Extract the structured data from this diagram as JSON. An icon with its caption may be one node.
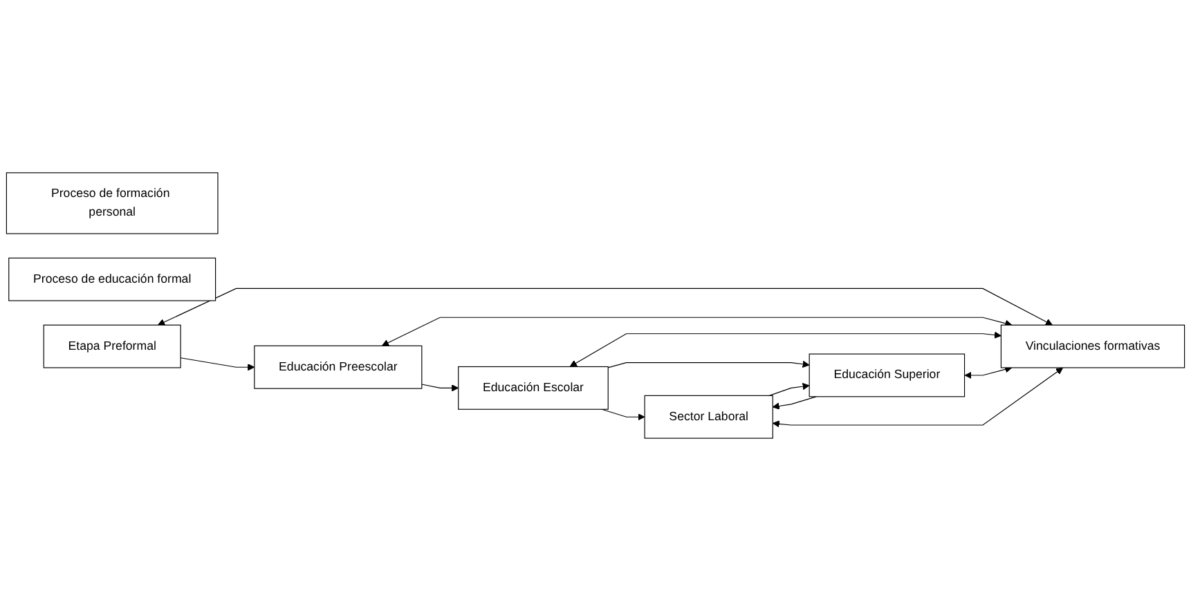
{
  "diagram": {
    "nodes": [
      {
        "text": [
          "Proceso de formación personal"
        ]
      },
      {
        "text": [
          "Proceso de educación formal"
        ]
      },
      {
        "text": [
          "Etapa Preformal"
        ]
      },
      {
        "text": [
          "Educación Preescolar"
        ]
      },
      {
        "text": [
          "Educación Escolar"
        ]
      },
      {
        "text": [
          "Educación Superior"
        ]
      },
      {
        "text": [
          "Sector Laboral"
        ]
      },
      {
        "text": [
          "Vinculaciones formativas"
        ]
      }
    ],
    "edges": [
      {
        "from": 2,
        "to": 3,
        "arrow": "to"
      },
      {
        "from": 3,
        "to": 4,
        "arrow": "to"
      },
      {
        "from": 4,
        "to": 6,
        "arrow": "to"
      },
      {
        "from": 4,
        "to": 5,
        "arrow": "to"
      },
      {
        "from": 6,
        "to": 5,
        "arrow": "to"
      },
      {
        "from": 5,
        "to": 6,
        "arrow": "to"
      },
      {
        "from": 2,
        "to": 7,
        "arrow": "both"
      },
      {
        "from": 3,
        "to": 7,
        "arrow": "both"
      },
      {
        "from": 4,
        "to": 7,
        "arrow": "both"
      },
      {
        "from": 5,
        "to": 7,
        "arrow": "both"
      },
      {
        "from": 7,
        "to": 6,
        "arrow": "both"
      }
    ]
  }
}
